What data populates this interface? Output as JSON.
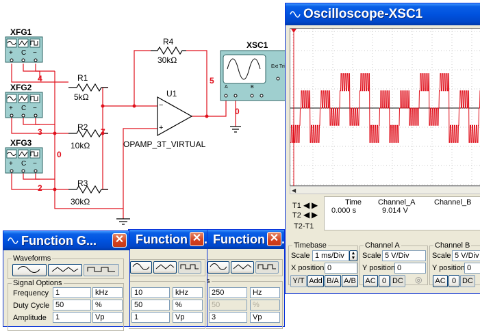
{
  "schematic": {
    "generators": [
      {
        "name": "XFG1"
      },
      {
        "name": "XFG2"
      },
      {
        "name": "XFG3"
      }
    ],
    "resistors": [
      {
        "ref": "R1",
        "value": "5kΩ"
      },
      {
        "ref": "R2",
        "value": "10kΩ"
      },
      {
        "ref": "R3",
        "value": "30kΩ"
      },
      {
        "ref": "R4",
        "value": "30kΩ"
      }
    ],
    "opamp": {
      "ref": "U1",
      "model": "OPAMP_3T_VIRTUAL",
      "minus": "−",
      "plus": "+"
    },
    "scope": {
      "ref": "XSC1",
      "ext_trig": "Ext Tri",
      "a_label": "A",
      "b_label": "B"
    },
    "nets": [
      "4",
      "3",
      "2",
      "0",
      "7",
      "5",
      "0"
    ]
  },
  "oscilloscope": {
    "title": "Oscilloscope-XSC1",
    "table_headers": [
      "Time",
      "Channel_A",
      "Channel_B"
    ],
    "t1_label": "T1",
    "t2_label": "T2",
    "t2t1_label": "T2-T1",
    "time_value": "0.000 s",
    "channel_a_value": "9.014 V",
    "timebase": {
      "title": "Timebase",
      "scale_label": "Scale",
      "scale_value": "1 ms/Div",
      "xpos_label": "X position",
      "xpos_value": "0",
      "buttons": [
        "Y/T",
        "Add",
        "B/A",
        "A/B"
      ]
    },
    "channel_a": {
      "title": "Channel A",
      "scale_label": "Scale",
      "scale_value": "5  V/Div",
      "ypos_label": "Y position",
      "ypos_value": "0",
      "buttons": [
        "AC",
        "0",
        "DC"
      ]
    },
    "channel_b": {
      "title": "Channel B",
      "scale_label": "Scale",
      "scale_value": "5  V/Div",
      "ypos_label": "Y position",
      "ypos_value": "0",
      "buttons": [
        "AC",
        "0",
        "DC"
      ]
    },
    "trace_color": "#e0101c",
    "grid_color": "#c9c9c9"
  },
  "function_generators": [
    {
      "title": "Function G...",
      "frequency": "1",
      "frequency_unit": "kHz",
      "duty": "50",
      "duty_unit": "%",
      "amplitude": "1",
      "amplitude_unit": "Vp"
    },
    {
      "title": "Function G...",
      "frequency": "10",
      "frequency_unit": "kHz",
      "duty": "50",
      "duty_unit": "%",
      "amplitude": "1",
      "amplitude_unit": "Vp"
    },
    {
      "title": "Function G...",
      "frequency": "250",
      "frequency_unit": "Hz",
      "duty": "50",
      "duty_unit": "%",
      "amplitude": "3",
      "amplitude_unit": "Vp"
    }
  ],
  "fg_labels": {
    "waveforms": "Waveforms",
    "signal_options": "Signal Options",
    "options_suffix": "s",
    "frequency": "Frequency",
    "duty": "Duty Cycle",
    "amplitude": "Amplitude"
  }
}
